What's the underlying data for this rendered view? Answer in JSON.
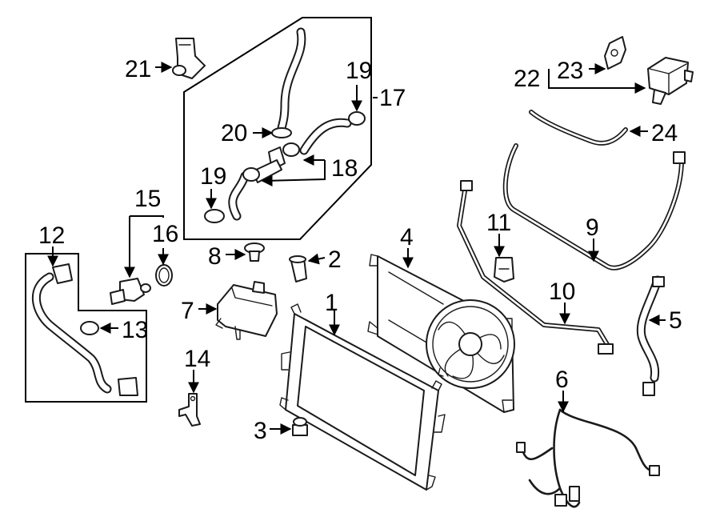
{
  "callouts": [
    {
      "id": "1",
      "text": "1"
    },
    {
      "id": "2",
      "text": "2"
    },
    {
      "id": "3",
      "text": "3"
    },
    {
      "id": "4",
      "text": "4"
    },
    {
      "id": "5",
      "text": "5"
    },
    {
      "id": "6",
      "text": "6"
    },
    {
      "id": "7",
      "text": "7"
    },
    {
      "id": "8",
      "text": "8"
    },
    {
      "id": "9",
      "text": "9"
    },
    {
      "id": "10",
      "text": "10"
    },
    {
      "id": "11",
      "text": "11"
    },
    {
      "id": "12",
      "text": "12"
    },
    {
      "id": "13",
      "text": "13"
    },
    {
      "id": "14",
      "text": "14"
    },
    {
      "id": "15",
      "text": "15"
    },
    {
      "id": "16",
      "text": "16"
    },
    {
      "id": "17",
      "text": "17"
    },
    {
      "id": "18",
      "text": "18"
    },
    {
      "id": "19a",
      "text": "19"
    },
    {
      "id": "19b",
      "text": "19"
    },
    {
      "id": "20",
      "text": "20"
    },
    {
      "id": "21",
      "text": "21"
    },
    {
      "id": "22",
      "text": "22"
    },
    {
      "id": "23",
      "text": "23"
    },
    {
      "id": "24",
      "text": "24"
    }
  ],
  "colors": {
    "line": "#1a1a1a",
    "background": "#ffffff"
  }
}
